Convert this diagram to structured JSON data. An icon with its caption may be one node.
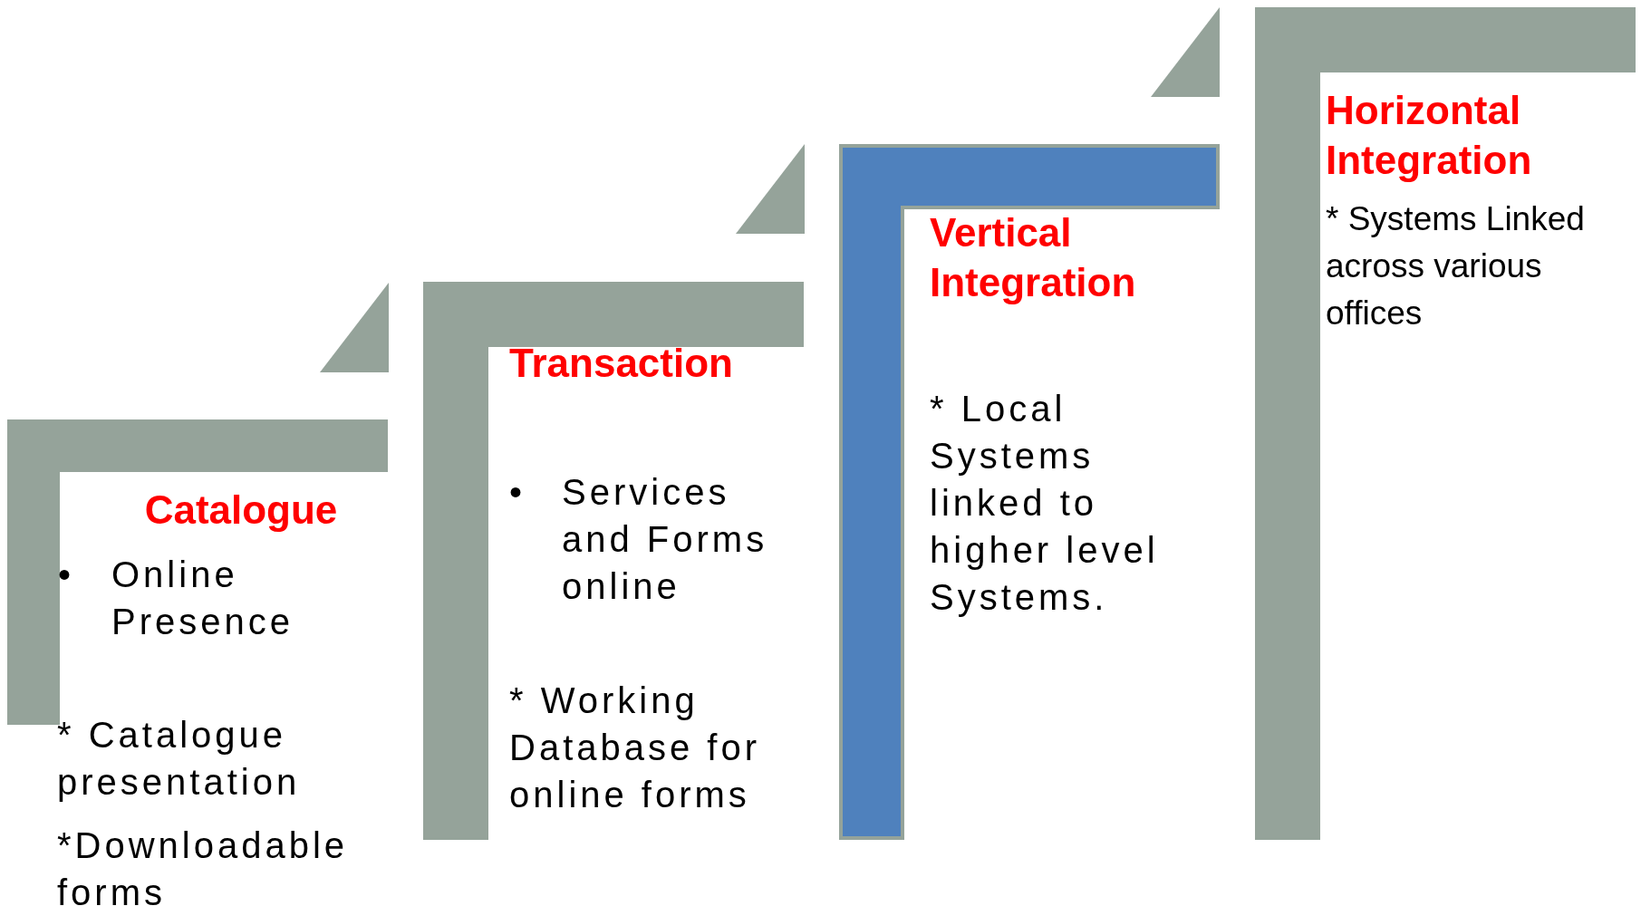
{
  "diagram": {
    "nodes": [
      {
        "text": [
          "Catalogue",
          "•",
          "Online Presence",
          "* Catalogue presentation",
          "*Downloadable forms"
        ]
      },
      {
        "text": [
          "Transaction",
          "•",
          "Services and Forms online",
          "* Working Database for online forms"
        ]
      },
      {
        "text": [
          "Vertical Integration",
          "* Local Systems linked to higher level Systems."
        ]
      },
      {
        "text": [
          "Horizontal Integration",
          "* Systems Linked across various offices"
        ]
      }
    ]
  }
}
